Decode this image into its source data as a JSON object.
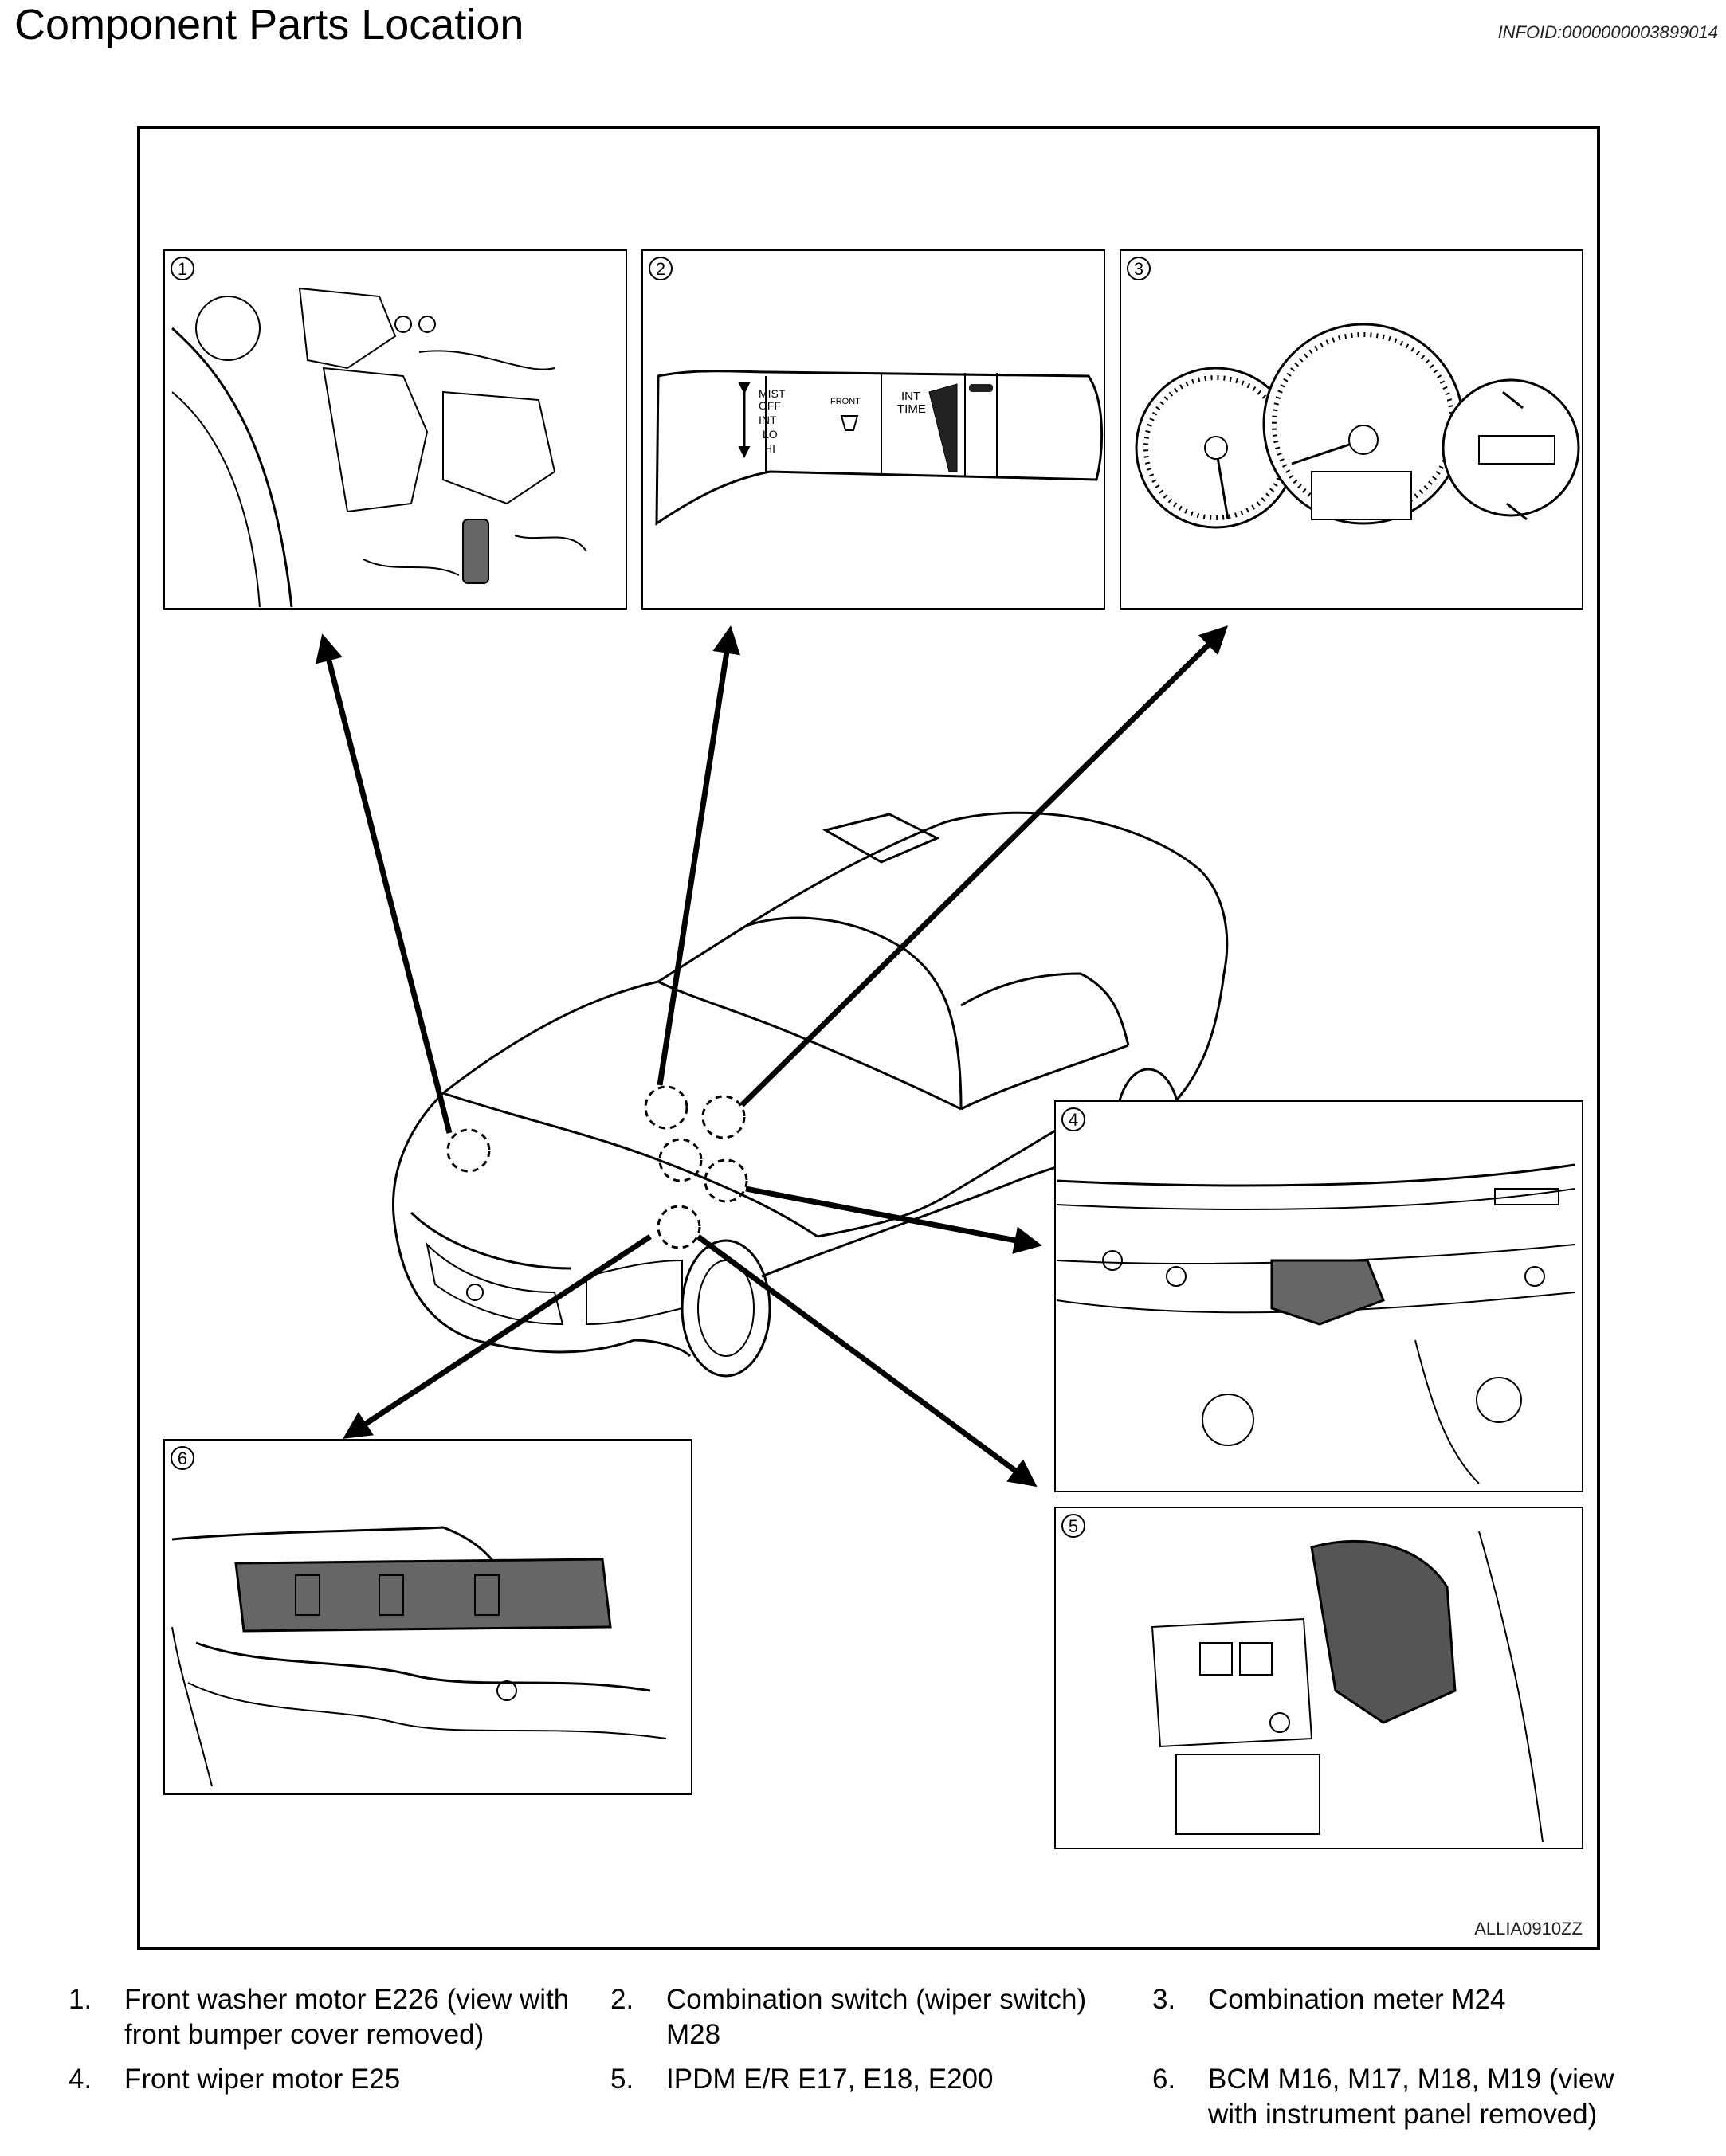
{
  "header": {
    "title": "Component Parts Location",
    "info_id": "INFOID:0000000003899014"
  },
  "figure": {
    "code": "ALLIA0910ZZ",
    "panels": [
      {
        "number": "1"
      },
      {
        "number": "2",
        "switch_labels": [
          "MIST",
          "OFF",
          "INT",
          "LO",
          "HI"
        ],
        "front_label": "FRONT",
        "int_time_label": "INT\nTIME"
      },
      {
        "number": "3"
      },
      {
        "number": "4"
      },
      {
        "number": "5"
      },
      {
        "number": "6"
      }
    ]
  },
  "legend": [
    {
      "num": "1.",
      "text": "Front washer motor E226 (view with front bumper cover removed)"
    },
    {
      "num": "2.",
      "text": "Combination switch (wiper switch) M28"
    },
    {
      "num": "3.",
      "text": "Combination meter M24"
    },
    {
      "num": "4.",
      "text": "Front wiper motor E25"
    },
    {
      "num": "5.",
      "text": "IPDM E/R E17, E18, E200"
    },
    {
      "num": "6.",
      "text": "BCM M16, M17, M18, M19 (view with instrument panel removed)"
    }
  ]
}
